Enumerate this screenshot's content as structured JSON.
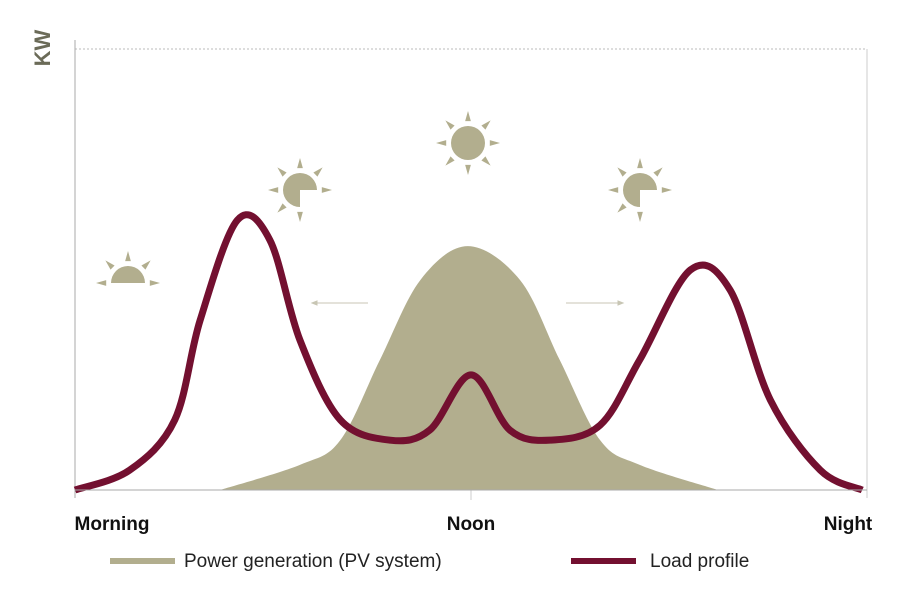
{
  "chart_data": {
    "type": "area",
    "title": "",
    "ylabel": "KW",
    "xlabel": "",
    "xlim": [
      0,
      100
    ],
    "ylim": [
      0,
      100
    ],
    "x_tick_labels": [
      "Morning",
      "Noon",
      "Night"
    ],
    "x_tick_positions": [
      0,
      50,
      100
    ],
    "series": [
      {
        "name": "Power generation (PV system)",
        "type": "area",
        "color": "#b2ae8e",
        "x": [
          18.3,
          28.4,
          33.5,
          38.5,
          43.6,
          49.6,
          56.2,
          61.2,
          66.3,
          71.3,
          81.2
        ],
        "y": [
          0,
          5.7,
          11.3,
          29.5,
          47.6,
          55.3,
          47.6,
          29.5,
          11.3,
          5.7,
          0
        ]
      },
      {
        "name": "Load profile",
        "type": "line",
        "color": "#731030",
        "x": [
          0,
          6.9,
          12.6,
          15.8,
          20.5,
          24.6,
          28.4,
          33.5,
          39.8,
          44.8,
          50,
          54.9,
          60,
          66.3,
          71.3,
          77.7,
          82.7,
          87.8,
          94.1,
          99.4
        ],
        "y": [
          0,
          4.5,
          15.9,
          38.5,
          61.2,
          56.7,
          34,
          15.9,
          11.3,
          13.6,
          26.1,
          13.6,
          11.3,
          14.7,
          29.5,
          49.9,
          45.4,
          20.4,
          4.5,
          0
        ]
      }
    ],
    "icons": [
      "sunrise-icon",
      "sun-partial-icon",
      "sun-icon",
      "sun-partial-icon",
      "moon-icon"
    ],
    "grid": false
  }
}
